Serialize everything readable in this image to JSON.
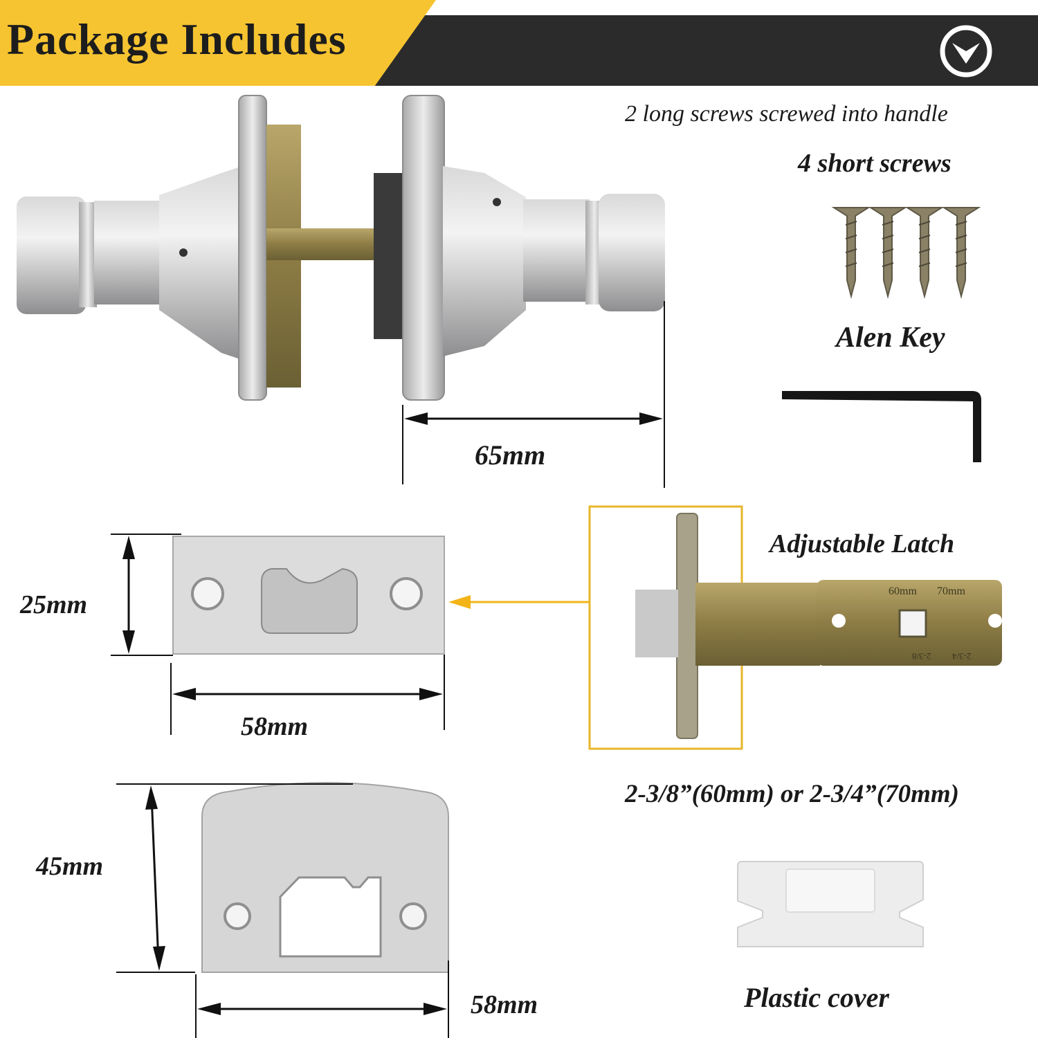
{
  "header": {
    "title": "Package Includes",
    "badge_icon": "chevron-down-circle-icon",
    "colors": {
      "accent": "#f6c431",
      "bar": "#2b2b2b"
    }
  },
  "labels": {
    "long_screws": "2 long screws screwed into handle",
    "short_screws": "4 short screws",
    "allen_key": "Alen Key",
    "knob_depth": "65mm",
    "adjustable_latch": "Adjustable Latch",
    "latch_plate_height": "25mm",
    "latch_plate_width": "58mm",
    "backset": "2-3/8”(60mm) or 2-3/4”(70mm)",
    "strike_height": "45mm",
    "strike_width": "58mm",
    "plastic_cover": "Plastic cover"
  },
  "latch_marks": {
    "a": "60mm",
    "b": "70mm",
    "c": "2-3/8",
    "d": "2-3/4"
  }
}
